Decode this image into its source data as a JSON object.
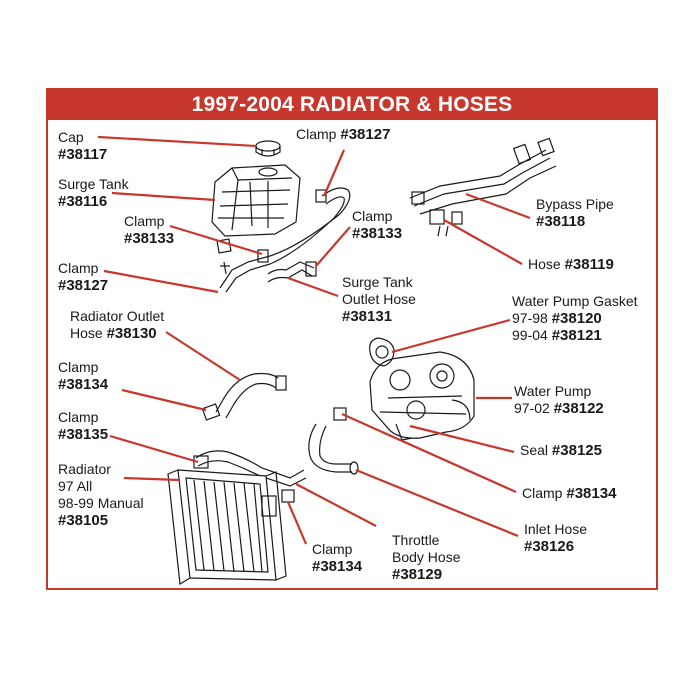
{
  "title": "1997-2004 RADIATOR & HOSES",
  "colors": {
    "accent": "#c8372d",
    "leader": "#c8372d",
    "line_art": "#1a1a1a",
    "background": "#ffffff"
  },
  "callouts": [
    {
      "id": "cap",
      "lines": [
        {
          "text": "Cap"
        },
        {
          "part": "#38117"
        }
      ]
    },
    {
      "id": "surge-tank",
      "lines": [
        {
          "text": "Surge Tank"
        },
        {
          "part": "#38116"
        }
      ]
    },
    {
      "id": "clamp-top",
      "lines": [
        {
          "text": "Clamp ",
          "part": "#38127"
        }
      ]
    },
    {
      "id": "clamp-38133-left",
      "lines": [
        {
          "text": "Clamp"
        },
        {
          "part": "#38133"
        }
      ]
    },
    {
      "id": "clamp-38133-right",
      "lines": [
        {
          "text": "Clamp"
        },
        {
          "part": "#38133"
        }
      ]
    },
    {
      "id": "clamp-38127-left",
      "lines": [
        {
          "text": "Clamp"
        },
        {
          "part": "#38127"
        }
      ]
    },
    {
      "id": "surge-tank-outlet-hose",
      "lines": [
        {
          "text": "Surge Tank"
        },
        {
          "text": "Outlet Hose"
        },
        {
          "part": "#38131"
        }
      ]
    },
    {
      "id": "bypass-pipe",
      "lines": [
        {
          "text": "Bypass Pipe"
        },
        {
          "part": "#38118"
        }
      ]
    },
    {
      "id": "hose-38119",
      "lines": [
        {
          "text": "Hose ",
          "part": "#38119"
        }
      ]
    },
    {
      "id": "water-pump-gasket",
      "lines": [
        {
          "text": "Water Pump Gasket"
        },
        {
          "text": "97-98 ",
          "part": "#38120"
        },
        {
          "text": "99-04 ",
          "part": "#38121"
        }
      ]
    },
    {
      "id": "radiator-outlet-hose",
      "lines": [
        {
          "text": "Radiator Outlet"
        },
        {
          "text": "Hose ",
          "part": "#38130"
        }
      ]
    },
    {
      "id": "clamp-38134-left",
      "lines": [
        {
          "text": "Clamp"
        },
        {
          "part": "#38134"
        }
      ]
    },
    {
      "id": "water-pump",
      "lines": [
        {
          "text": "Water Pump"
        },
        {
          "text": "97-02 ",
          "part": "#38122"
        }
      ]
    },
    {
      "id": "clamp-38135",
      "lines": [
        {
          "text": "Clamp"
        },
        {
          "part": "#38135"
        }
      ]
    },
    {
      "id": "seal",
      "lines": [
        {
          "text": "Seal ",
          "part": "#38125"
        }
      ]
    },
    {
      "id": "radiator",
      "lines": [
        {
          "text": "Radiator"
        },
        {
          "text": "97 All"
        },
        {
          "text": "98-99 Manual"
        },
        {
          "part": "#38105"
        }
      ]
    },
    {
      "id": "clamp-38134-right",
      "lines": [
        {
          "text": "Clamp ",
          "part": "#38134"
        }
      ]
    },
    {
      "id": "inlet-hose",
      "lines": [
        {
          "text": "Inlet Hose"
        },
        {
          "part": "#38126"
        }
      ]
    },
    {
      "id": "clamp-38134-bottom",
      "lines": [
        {
          "text": "Clamp"
        },
        {
          "part": "#38134"
        }
      ]
    },
    {
      "id": "throttle-body-hose",
      "lines": [
        {
          "text": "Throttle"
        },
        {
          "text": "Body Hose"
        },
        {
          "part": "#38129"
        }
      ]
    }
  ]
}
